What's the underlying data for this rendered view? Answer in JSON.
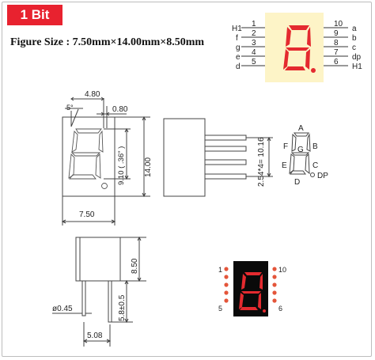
{
  "title": "1 Bit",
  "figure_size": "Figure Size : 7.50mm×14.00mm×8.50mm",
  "pinout": {
    "left_labels": [
      "H1",
      "f",
      "g",
      "e",
      "d"
    ],
    "left_numbers": [
      "1",
      "2",
      "3",
      "4",
      "5"
    ],
    "right_numbers": [
      "10",
      "9",
      "8",
      "7",
      "6"
    ],
    "right_labels": [
      "a",
      "b",
      "c",
      "dp",
      "H1"
    ]
  },
  "front_view": {
    "dim_top": "4.80",
    "dim_angle": "5°",
    "dim_right_small": "0.80",
    "dim_digit_height": "9.10 ( .36\" )",
    "dim_height": "14.00",
    "dim_width": "7.50"
  },
  "side_view": {
    "pin_pitch": "2.54*4= 10.16"
  },
  "segment_labels": {
    "a": "A",
    "b": "B",
    "c": "C",
    "d": "D",
    "e": "E",
    "f": "F",
    "g": "G",
    "dp": "DP"
  },
  "bottom_view": {
    "dim_body_height": "8.50",
    "dim_pin_length": "5.8±0.5",
    "dim_pin_dia": "ø0.45",
    "dim_pin_spacing": "5.08"
  },
  "photo": {
    "pin_1": "1",
    "pin_10": "10",
    "pin_5": "5",
    "pin_6": "6"
  },
  "colors": {
    "title_bg": "#e8222f",
    "segment_red": "#e42a2f",
    "panel_bg": "#fdf4c7",
    "display_bg": "#0a0a0a"
  }
}
